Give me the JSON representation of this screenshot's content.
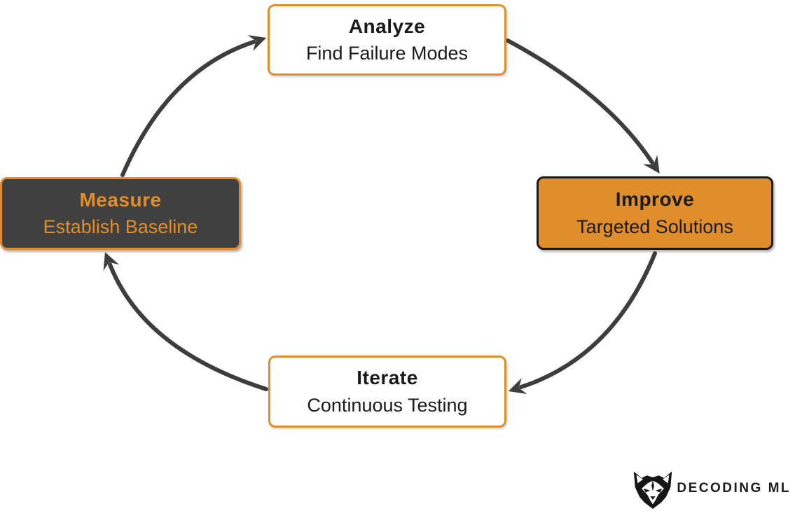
{
  "diagram": {
    "nodes": [
      {
        "id": "analyze",
        "title": "Analyze",
        "subtitle": "Find Failure Modes"
      },
      {
        "id": "improve",
        "title": "Improve",
        "subtitle": "Targeted Solutions"
      },
      {
        "id": "iterate",
        "title": "Iterate",
        "subtitle": "Continuous Testing"
      },
      {
        "id": "measure",
        "title": "Measure",
        "subtitle": "Establish Baseline"
      }
    ],
    "edges": [
      {
        "from": "measure",
        "to": "analyze"
      },
      {
        "from": "analyze",
        "to": "improve"
      },
      {
        "from": "improve",
        "to": "iterate"
      },
      {
        "from": "iterate",
        "to": "measure"
      }
    ],
    "colors": {
      "orange": "#E08E2B",
      "dark": "#1A1A1A",
      "dark_gray": "#404040",
      "arrow": "#3D3D3D"
    }
  },
  "branding": {
    "logo_text": "DECODING ML",
    "logo_icon": "wolf-head-icon"
  }
}
